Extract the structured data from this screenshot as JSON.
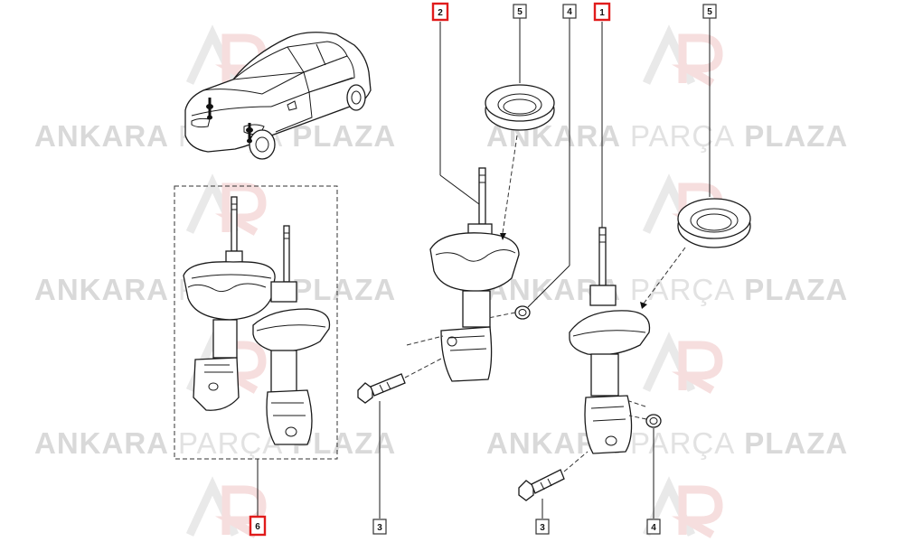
{
  "watermark": {
    "brand_bold_left": "ANKARA",
    "brand_light": "PARÇA",
    "brand_bold_right": "PLAZA"
  },
  "callouts": [
    {
      "id": "c-2",
      "label": "2",
      "highlight": true
    },
    {
      "id": "c-5a",
      "label": "5",
      "highlight": false
    },
    {
      "id": "c-4a",
      "label": "4",
      "highlight": false
    },
    {
      "id": "c-1",
      "label": "1",
      "highlight": true
    },
    {
      "id": "c-5b",
      "label": "5",
      "highlight": false
    },
    {
      "id": "c-6",
      "label": "6",
      "highlight": true
    },
    {
      "id": "c-3a",
      "label": "3",
      "highlight": false
    },
    {
      "id": "c-3b",
      "label": "3",
      "highlight": false
    },
    {
      "id": "c-4b",
      "label": "4",
      "highlight": false
    }
  ],
  "colors": {
    "highlight": "#e01b1b",
    "line": "#1a1a1a",
    "watermark": "#d9d9d9"
  }
}
